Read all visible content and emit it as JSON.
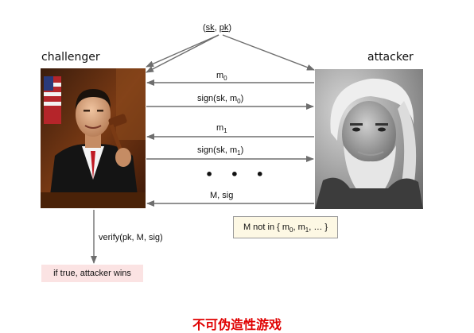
{
  "keys": {
    "label_prefix": "(",
    "sk": "sk",
    "sep": ", ",
    "pk": "pk",
    "label_suffix": ")"
  },
  "roles": {
    "challenger": "challenger",
    "attacker": "attacker"
  },
  "messages": [
    {
      "id": "m0",
      "base": "m",
      "sub": "0",
      "suffix": "",
      "direction": "to-challenger"
    },
    {
      "id": "sig0",
      "base": "sign(sk, m",
      "sub": "0",
      "suffix": ")",
      "direction": "to-attacker"
    },
    {
      "id": "m1",
      "base": "m",
      "sub": "1",
      "suffix": "",
      "direction": "to-challenger"
    },
    {
      "id": "sig1",
      "base": "sign(sk, m",
      "sub": "1",
      "suffix": ")",
      "direction": "to-attacker"
    },
    {
      "id": "forgery",
      "base": "M, sig",
      "sub": "",
      "suffix": "",
      "direction": "to-challenger"
    }
  ],
  "dots": "• • •",
  "constraint": {
    "p1": "M not in { m",
    "s0": "0",
    "p2": ", m",
    "s1": "1",
    "p3": ", … }"
  },
  "verify": "verify(pk, M, sig)",
  "result": "if true, attacker wins",
  "caption": "不可伪造性游戏",
  "colors": {
    "arrow": "#6e6e6e",
    "caption": "#e00000",
    "result_bg": "#fbe3e3",
    "constraint_bg": "#fdf8e4"
  }
}
